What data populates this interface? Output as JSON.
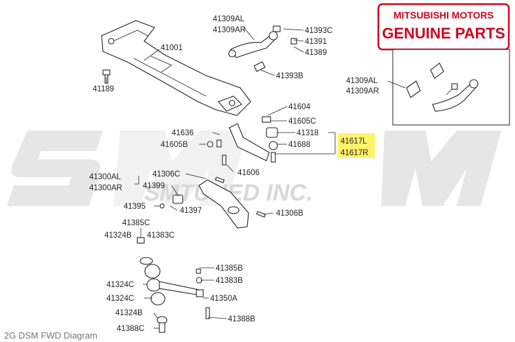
{
  "brand": {
    "line1": "MITSUBISHI MOTORS",
    "line2": "GENUINE PARTS",
    "color": "#d0021b"
  },
  "watermark": {
    "text": "SMTUNED INC.",
    "color": "#d8d8d8"
  },
  "caption": "2G DSM FWD Diagram",
  "highlight_color": "#fff36b",
  "labels": {
    "p41309AL_top": "41309AL",
    "p41309AR_top": "41309AR",
    "p41393C": "41393C",
    "p41391": "41391",
    "p41389": "41389",
    "p41393B": "41393B",
    "p41001": "41001",
    "p41189": "41189",
    "p41309AL_inset": "41309AL",
    "p41309AR_inset": "41309AR",
    "p41604": "41604",
    "p41605C": "41605C",
    "p41636": "41636",
    "p41605B": "41605B",
    "p41318": "41318",
    "p41688": "41688",
    "p41617L": "41617L",
    "p41617R": "41617R",
    "p41606": "41606",
    "p41300AL": "41300AL",
    "p41300AR": "41300AR",
    "p41306C": "41306C",
    "p41399": "41399",
    "p41395": "41395",
    "p41397": "41397",
    "p41306B": "41306B",
    "p41385C": "41385C",
    "p41324B_top": "41324B",
    "p41383C": "41383C",
    "p41385B": "41385B",
    "p41383B": "41383B",
    "p41324C_upper": "41324C",
    "p41324C_lower": "41324C",
    "p41350A": "41350A",
    "p41324B_bottom": "41324B",
    "p41388B": "41388B",
    "p41388C": "41388C"
  }
}
